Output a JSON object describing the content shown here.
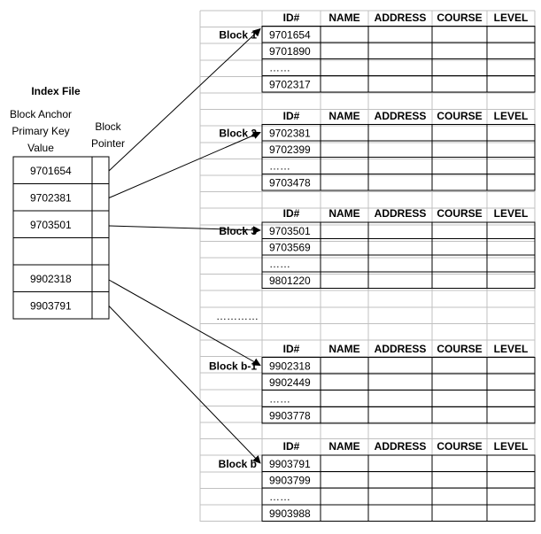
{
  "index_file": {
    "title": "Index File",
    "col1_header": [
      "Block Anchor",
      "Primary Key",
      "Value"
    ],
    "col2_header": [
      "Block",
      "Pointer"
    ],
    "entries": [
      "9701654",
      "9702381",
      "9703501",
      "",
      "9902318",
      "9903791"
    ]
  },
  "data_file": {
    "columns": [
      "ID#",
      "NAME",
      "ADDRESS",
      "COURSE",
      "LEVEL"
    ],
    "ellipsis_label": "…………",
    "ellipsis_color": "#2e7d32",
    "blocks": [
      {
        "label": "Block 1",
        "ids": [
          "9701654",
          "9701890",
          "……",
          "9702317"
        ]
      },
      {
        "label": "Block 2",
        "ids": [
          "9702381",
          "9702399",
          "……",
          "9703478"
        ]
      },
      {
        "label": "Block 3",
        "ids": [
          "9703501",
          "9703569",
          "……",
          "9801220"
        ]
      },
      {
        "label": "Block b-1",
        "ids": [
          "9902318",
          "9902449",
          "……",
          "9903778"
        ]
      },
      {
        "label": "Block b",
        "ids": [
          "9903791",
          "9903799",
          "……",
          "9903988"
        ]
      }
    ]
  }
}
